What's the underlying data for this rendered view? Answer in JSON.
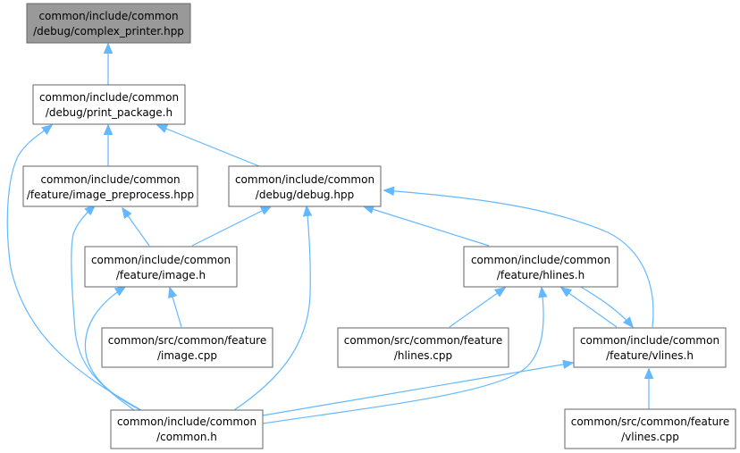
{
  "colors": {
    "edge": "#63b8ff",
    "node_border": "#666666",
    "node_fill": "#ffffff",
    "root_fill": "#999999"
  },
  "nodes": [
    {
      "id": "complex_printer",
      "lines": [
        "common/include/common",
        "/debug/complex_printer.hpp"
      ],
      "root": true
    },
    {
      "id": "print_package",
      "lines": [
        "common/include/common",
        "/debug/print_package.h"
      ]
    },
    {
      "id": "image_preprocess",
      "lines": [
        "common/include/common",
        "/feature/image_preprocess.hpp"
      ]
    },
    {
      "id": "debug_hpp",
      "lines": [
        "common/include/common",
        "/debug/debug.hpp"
      ]
    },
    {
      "id": "image_h",
      "lines": [
        "common/include/common",
        "/feature/image.h"
      ]
    },
    {
      "id": "hlines_h",
      "lines": [
        "common/include/common",
        "/feature/hlines.h"
      ]
    },
    {
      "id": "image_cpp",
      "lines": [
        "common/src/common/feature",
        "/image.cpp"
      ]
    },
    {
      "id": "hlines_cpp",
      "lines": [
        "common/src/common/feature",
        "/hlines.cpp"
      ]
    },
    {
      "id": "vlines_h",
      "lines": [
        "common/include/common",
        "/feature/vlines.h"
      ]
    },
    {
      "id": "common_h",
      "lines": [
        "common/include/common",
        "/common.h"
      ]
    },
    {
      "id": "vlines_cpp",
      "lines": [
        "common/src/common/feature",
        "/vlines.cpp"
      ]
    }
  ]
}
